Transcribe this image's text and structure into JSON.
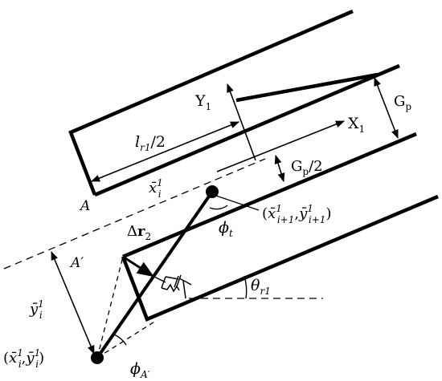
{
  "labels": {
    "A": "A",
    "A_prime": "A′",
    "Y1": {
      "main": "Y",
      "sub": "1"
    },
    "X1": {
      "main": "X",
      "sub": "1"
    },
    "Gp": {
      "main": "G",
      "sub": "p"
    },
    "Gp_half": {
      "main": "G",
      "sub": "p",
      "tail": "/2"
    },
    "lr1_half": {
      "main": "l",
      "sub": "r1",
      "tail": "/2"
    },
    "xbar_i": {
      "main": "x̄",
      "sup": "1",
      "sub": "i"
    },
    "ybar_i": {
      "main": "ȳ",
      "sup": "1",
      "sub": "i"
    },
    "phi_t": {
      "main": "ϕ",
      "sub": "t"
    },
    "phi_A": {
      "main": "ϕ",
      "sub": "A′"
    },
    "theta_r1": {
      "main": "θ",
      "sub": "r1"
    },
    "delta_r2": {
      "main": "Δ",
      "bold": "r",
      "sub": "2"
    },
    "point_next": {
      "open": "(",
      "x": "x̄",
      "xsup": "1",
      "xsub": "i+1",
      "sep": ",",
      "y": "ȳ",
      "ysup": "1",
      "ysub": "i+1",
      "close": ")"
    },
    "point_i": {
      "open": "(",
      "x": "x̄",
      "xsup": "1",
      "xsub": "i",
      "sep": ",",
      "y": "ȳ",
      "ysup": "1",
      "ysub": "i",
      "close": ")"
    }
  },
  "colors": {
    "stroke": "#000000",
    "background": "#ffffff"
  }
}
